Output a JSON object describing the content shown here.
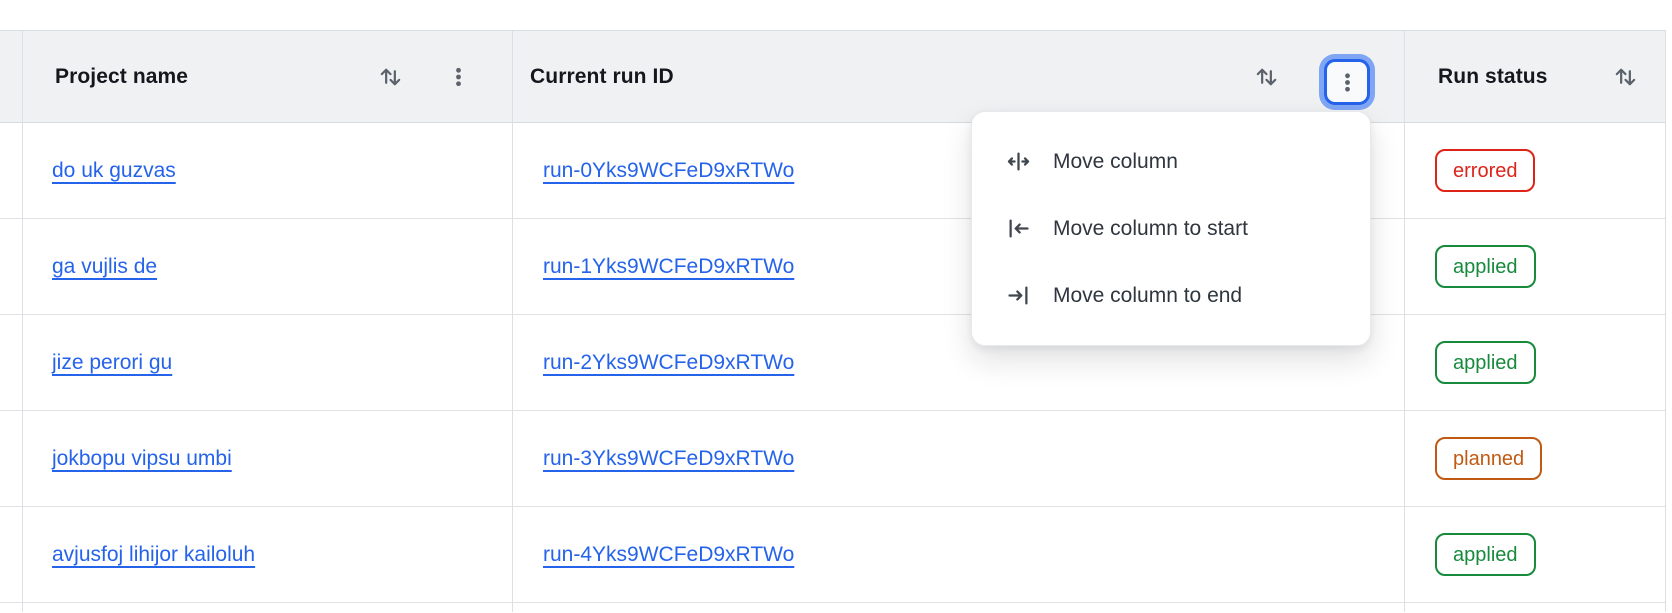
{
  "header": {
    "columns": [
      {
        "label": "Project name",
        "sort_icon": "sort-arrows-icon",
        "menu_icon": "kebab-menu-icon"
      },
      {
        "label": "Current run ID",
        "sort_icon": "sort-arrows-icon",
        "menu_icon": "kebab-menu-icon"
      },
      {
        "label": "Run status",
        "sort_icon": "sort-arrows-icon"
      }
    ]
  },
  "rows": [
    {
      "project_name": "do uk guzvas",
      "run_id": "run-0Yks9WCFeD9xRTWo",
      "status": "errored"
    },
    {
      "project_name": "ga vujlis de",
      "run_id": "run-1Yks9WCFeD9xRTWo",
      "status": "applied"
    },
    {
      "project_name": "jize perori gu",
      "run_id": "run-2Yks9WCFeD9xRTWo",
      "status": "applied"
    },
    {
      "project_name": "jokbopu vipsu umbi",
      "run_id": "run-3Yks9WCFeD9xRTWo",
      "status": "planned"
    },
    {
      "project_name": "avjusfoj lihijor kailoluh",
      "run_id": "run-4Yks9WCFeD9xRTWo",
      "status": "applied"
    }
  ],
  "column_menu": {
    "items": [
      {
        "label": "Move column",
        "icon": "move-column-icon"
      },
      {
        "label": "Move column to start",
        "icon": "move-column-to-start-icon"
      },
      {
        "label": "Move column to end",
        "icon": "move-column-to-end-icon"
      }
    ]
  },
  "status_colors": {
    "errored": "#de2418",
    "applied": "#178a3c",
    "planned": "#c05a12"
  },
  "colors": {
    "link": "#2563eb",
    "focus_ring": "#2563eb",
    "focus_halo": "#7fa6f4",
    "header_bg": "#eff1f3",
    "border": "#dcdfe3",
    "icon_gray": "#5b626c"
  }
}
